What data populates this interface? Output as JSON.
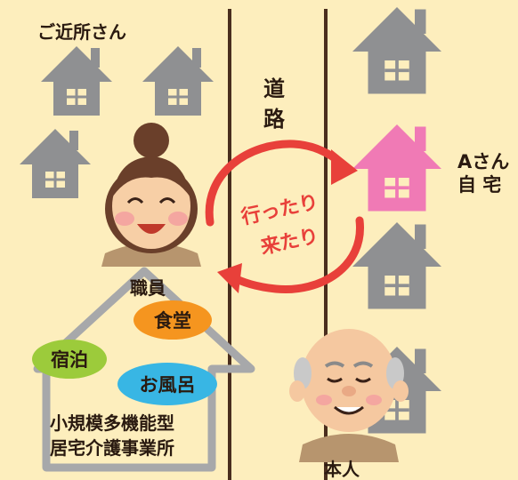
{
  "labels": {
    "neighbors": "ご近所さん",
    "road": "道路",
    "road_line1": "道",
    "road_line2": "路",
    "staff": "職員",
    "self": "本人",
    "house_a_line1": "Aさん",
    "house_a_line2": "自 宅",
    "round_trip_line1": "行ったり",
    "round_trip_line2": "来たり",
    "facility_line1": "小規模多機能型",
    "facility_line2": "居宅介護事業所"
  },
  "services": [
    {
      "label": "食堂",
      "color": "#f5951f"
    },
    {
      "label": "宿泊",
      "color": "#9ccb3b"
    },
    {
      "label": "お風呂",
      "color": "#38b6e4"
    }
  ],
  "colors": {
    "background": "#fdeebd",
    "house_gray": "#8f9092",
    "house_pink": "#f07ab5",
    "road_line": "#4a2e1e",
    "arrow_red": "#e8403a",
    "facility_outline": "#a7a8aa",
    "text_dark": "#2a1a10"
  }
}
